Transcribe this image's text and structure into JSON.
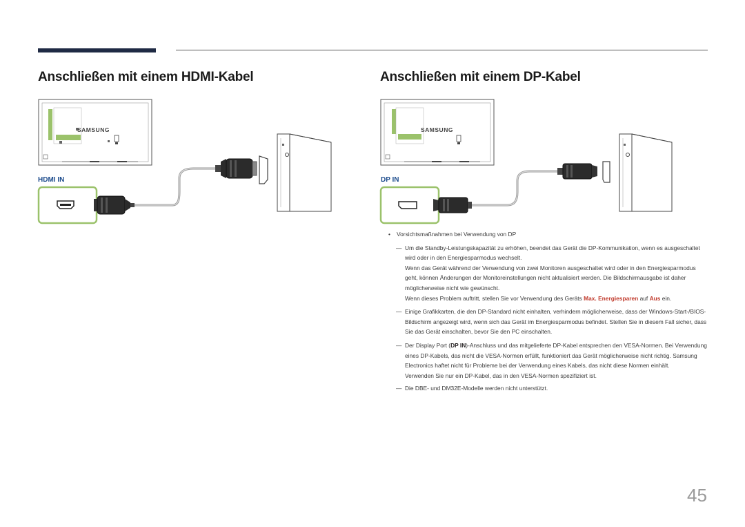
{
  "header": {
    "accent_color": "#1f2a44"
  },
  "left": {
    "title": "Anschließen mit einem HDMI-Kabel",
    "brand": "SAMSUNG",
    "port_label": "HDMI IN"
  },
  "right": {
    "title": "Anschließen mit einem DP-Kabel",
    "brand": "SAMSUNG",
    "port_label": "DP IN"
  },
  "notes": {
    "bullet": "Vorsichtsmaßnahmen bei Verwendung von DP",
    "n1_line": "Um die Standby-Leistungskapazität zu erhöhen, beendet das Gerät die DP-Kommunikation, wenn es ausgeschaltet wird oder in den Energiesparmodus wechselt.",
    "n1_p2": "Wenn das Gerät während der Verwendung von zwei Monitoren ausgeschaltet wird oder in den Energiesparmodus geht, können Änderungen der Monitoreinstellungen nicht aktualisiert werden. Die Bildschirmausgabe ist daher möglicherweise nicht wie gewünscht.",
    "n1_p3_pre": "Wenn dieses Problem auftritt, stellen Sie vor Verwendung des Geräts",
    "n1_p3_hl1": "Max. Energiesparen",
    "n1_p3_mid": "auf",
    "n1_p3_hl2": "Aus",
    "n1_p3_post": "ein.",
    "n2": "Einige Grafikkarten, die den DP-Standard nicht einhalten, verhindern möglicherweise, dass der Windows-Start-/BIOS-Bildschirm angezeigt wird, wenn sich das Gerät im Energiesparmodus befindet. Stellen Sie in diesem Fall sicher, dass Sie das Gerät einschalten, bevor Sie den PC einschalten.",
    "n3_pre": "Der Display Port (",
    "n3_bold": "DP IN",
    "n3_post": ")-Anschluss und das mitgelieferte DP-Kabel entsprechen den VESA-Normen. Bei Verwendung eines DP-Kabels, das nicht die VESA-Normen erfüllt, funktioniert das Gerät möglicherweise nicht richtig. Samsung Electronics haftet nicht für Probleme bei der Verwendung eines Kabels, das nicht diese Normen einhält.",
    "n3_p2": "Verwenden Sie nur ein DP-Kabel, das in den VESA-Normen spezifiziert ist.",
    "n4": "Die DBE- und DM32E-Modelle werden nicht unterstützt."
  },
  "page_number": "45",
  "colors": {
    "port_highlight": "#9bc26b",
    "port_label": "#1c4b8c",
    "highlight_text": "#c0392b"
  }
}
